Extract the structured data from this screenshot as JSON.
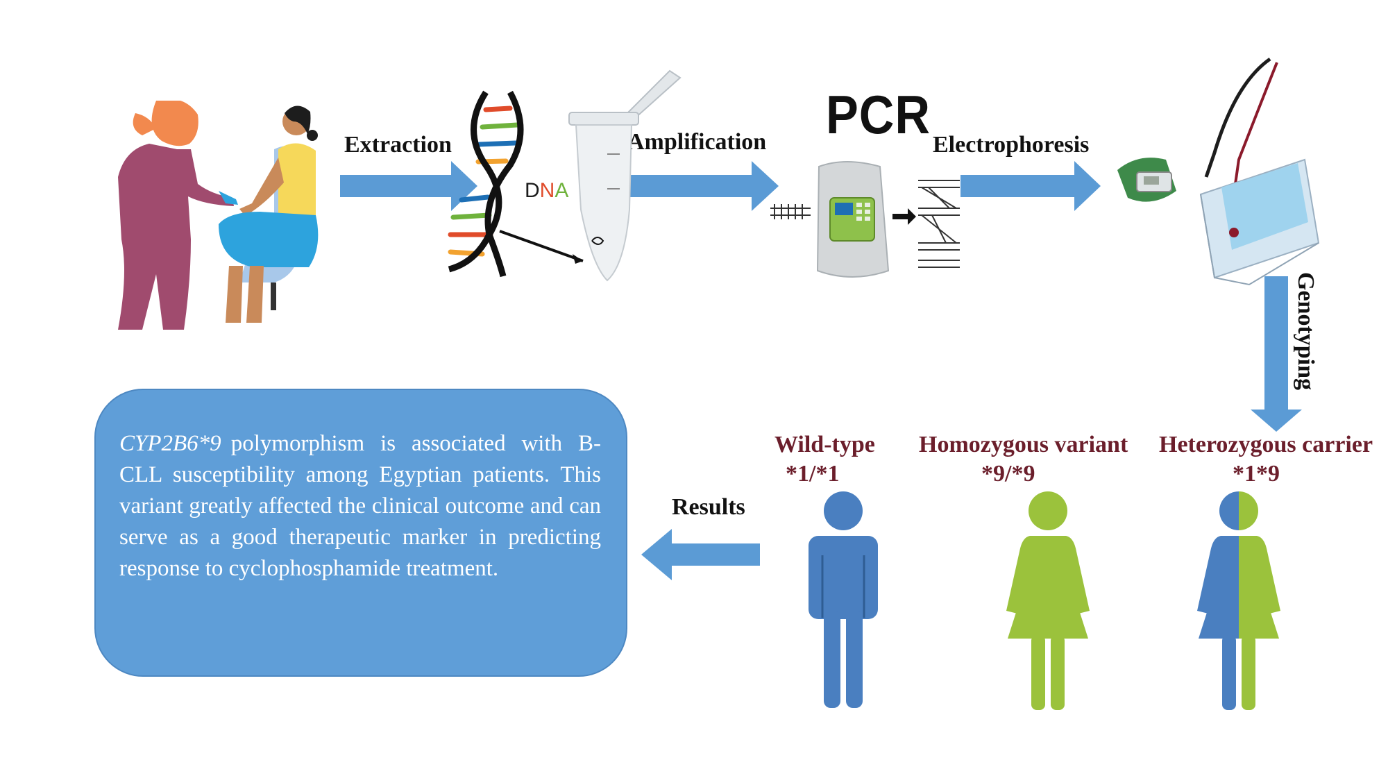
{
  "steps": {
    "extraction": "Extraction",
    "amplification": "Amplification",
    "pcr": "PCR",
    "electrophoresis": "Electrophoresis",
    "genotyping": "Genotyping",
    "results": "Results"
  },
  "dna_label": {
    "d": "D",
    "n": "N",
    "a": "A"
  },
  "genotypes": [
    {
      "title": "Wild-type",
      "code": "*1/*1"
    },
    {
      "title": "Homozygous variant",
      "code": "*9/*9"
    },
    {
      "title": "Heterozygous carrier",
      "code": "*1*9"
    }
  ],
  "result": {
    "gene": "CYP2B6*9",
    "text": "polymorphism is associated with B-CLL susceptibility among Egyptian patients. This variant greatly affected the clinical outcome and can serve as a good therapeutic marker in predicting response to cyclophosphamide treatment."
  },
  "colors": {
    "arrow": "#5b9bd5",
    "box": "#5f9ed8",
    "wildtype": "#4a7fc0",
    "variant": "#9bc23c",
    "label": "#6b1e2b"
  }
}
